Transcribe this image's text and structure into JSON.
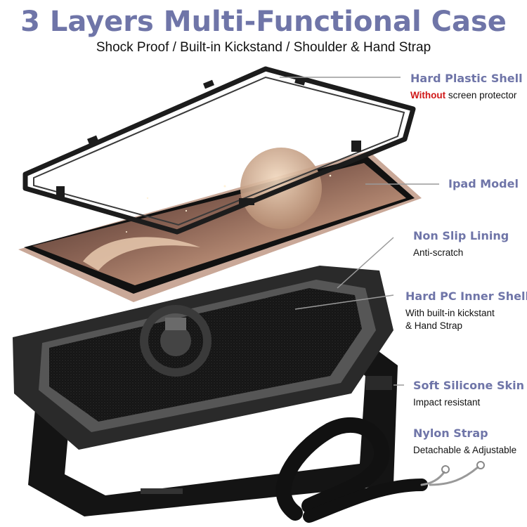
{
  "header": {
    "title": "3 Layers Multi-Functional Case",
    "subtitle": "Shock Proof / Built-in Kickstand / Shoulder & Hand Strap"
  },
  "callouts": [
    {
      "title": "Hard Plastic Shell",
      "highlight": "Without",
      "desc": " screen protector"
    },
    {
      "title": "Ipad Model"
    },
    {
      "title": "Non Slip Lining",
      "desc": "Anti-scratch"
    },
    {
      "title": "Hard PC Inner Shell",
      "desc_lines": [
        "With built-in kickstant",
        "& Hand Strap"
      ]
    },
    {
      "title": "Soft Silicone Skin",
      "desc": "Impact resistant"
    },
    {
      "title": "Nylon Strap",
      "desc": "Detachable & Adjustable"
    }
  ],
  "colors": {
    "accent": "#6f75a8",
    "warning": "#d01818",
    "case": "#1c1c1c"
  }
}
